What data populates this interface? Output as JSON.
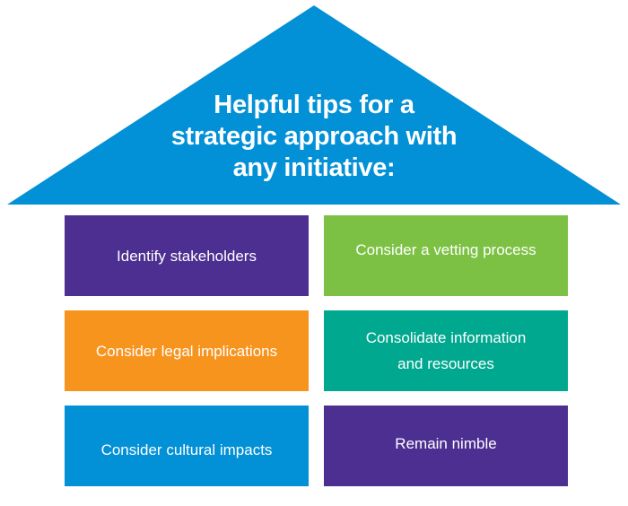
{
  "roof": {
    "color": "#0290d6",
    "title_lines": [
      "Helpful tips for a",
      "strategic approach with",
      "any initiative:"
    ]
  },
  "tiles": [
    {
      "label": "Identify stakeholders",
      "color": "#4c2f91"
    },
    {
      "label": "Consider a vetting process",
      "color": "#7cc143"
    },
    {
      "label": "Consider legal implications",
      "color": "#f7941e"
    },
    {
      "label": "Consolidate information and resources",
      "lines": [
        "Consolidate information",
        "and resources"
      ],
      "color": "#00a88f"
    },
    {
      "label": "Consider cultural impacts",
      "color": "#0290d6"
    },
    {
      "label": "Remain nimble",
      "color": "#4c2f91"
    }
  ]
}
